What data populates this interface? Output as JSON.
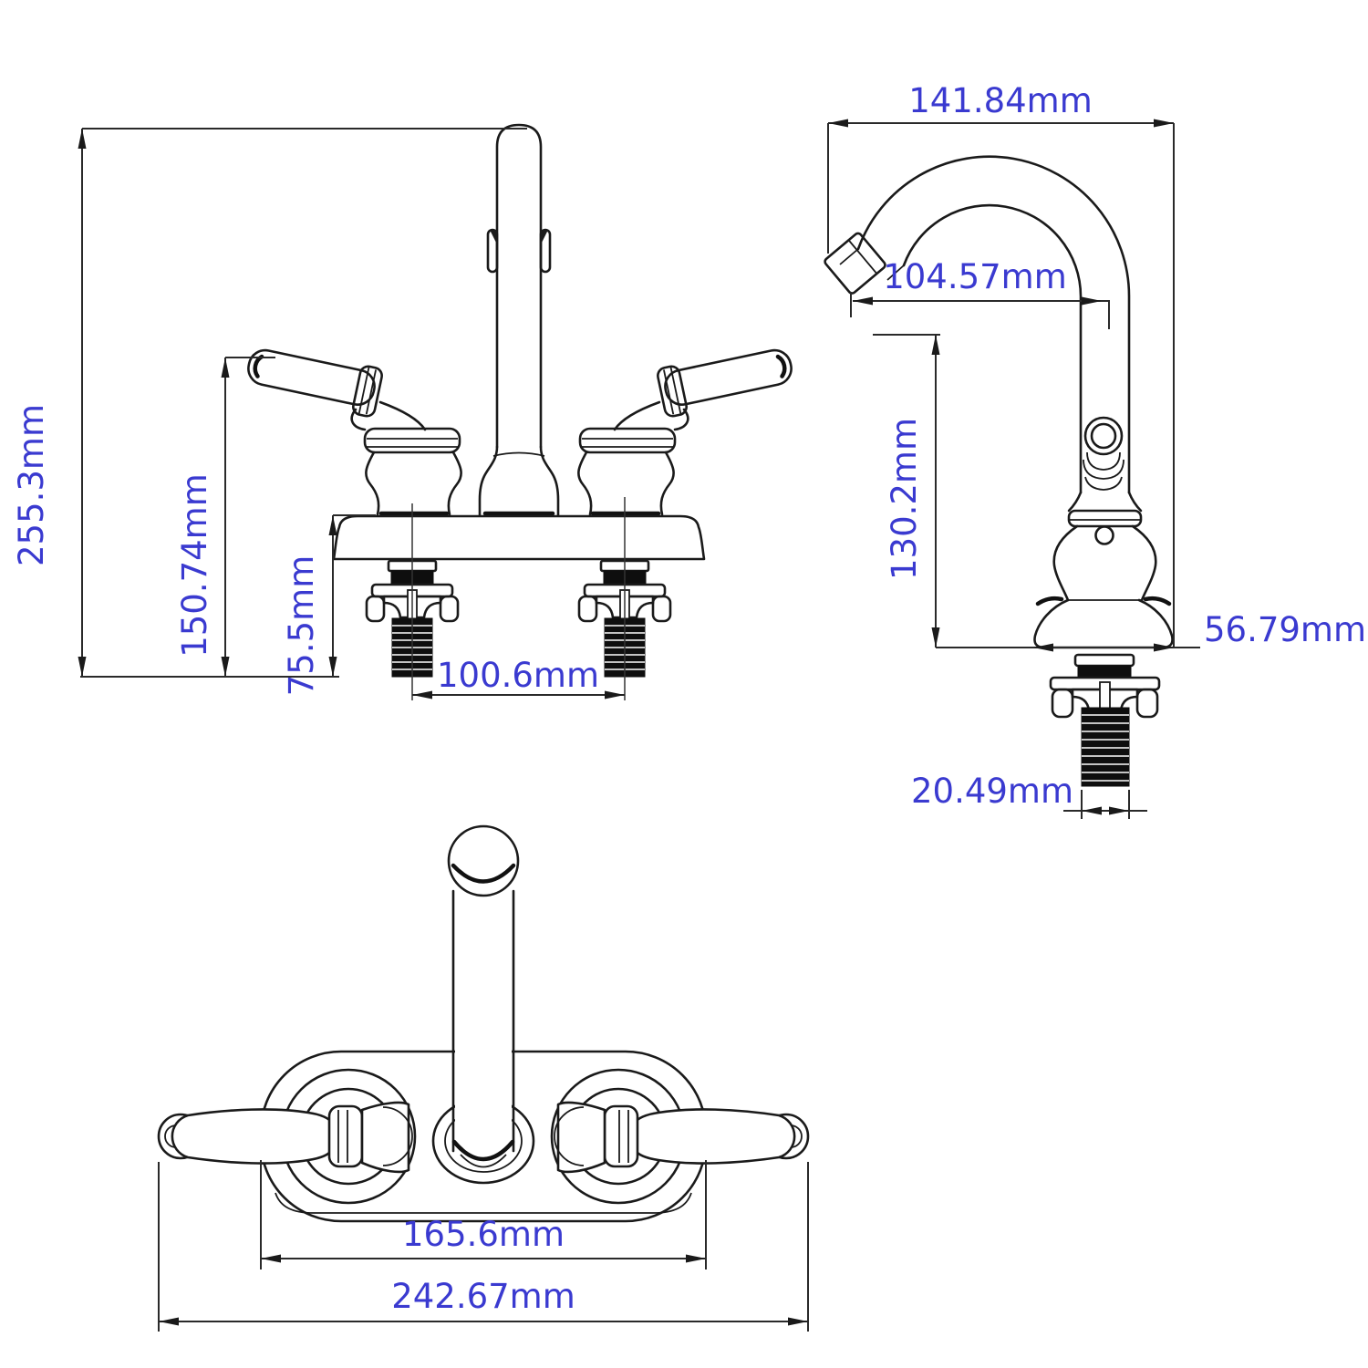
{
  "drawing_type": "faucet-dimension-drawing",
  "units": "mm",
  "colors": {
    "line": "#1a1a1a",
    "dimension_text": "#3a3ad0",
    "background": "#ffffff"
  },
  "front": {
    "overall_height": "255.3mm",
    "handle_height": "150.74mm",
    "base_height": "75.5mm",
    "shank_spacing": "100.6mm"
  },
  "side": {
    "overall_reach": "141.84mm",
    "spout_reach": "104.57mm",
    "spout_height": "130.2mm",
    "base_width": "56.79mm",
    "shank_width": "20.49mm"
  },
  "bottom": {
    "plate_width": "165.6mm",
    "overall_width": "242.67mm"
  }
}
